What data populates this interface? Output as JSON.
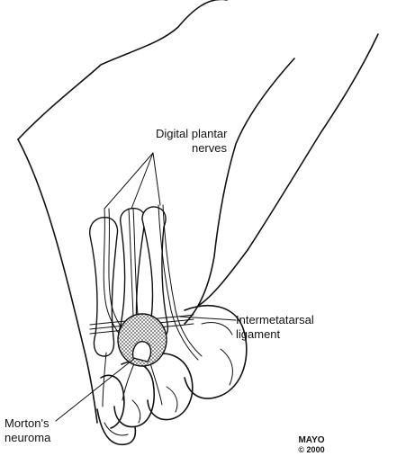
{
  "labels": {
    "digital_plantar_nerves": [
      "Digital plantar",
      "nerves"
    ],
    "intermetatarsal_ligament": [
      "Intermetatarsal",
      "ligament"
    ],
    "mortons_neuroma": [
      "Morton's",
      "neuroma"
    ]
  },
  "credit": [
    "MAYO",
    "© 2000"
  ],
  "colors": {
    "ink": "#111111",
    "background": "#ffffff"
  }
}
